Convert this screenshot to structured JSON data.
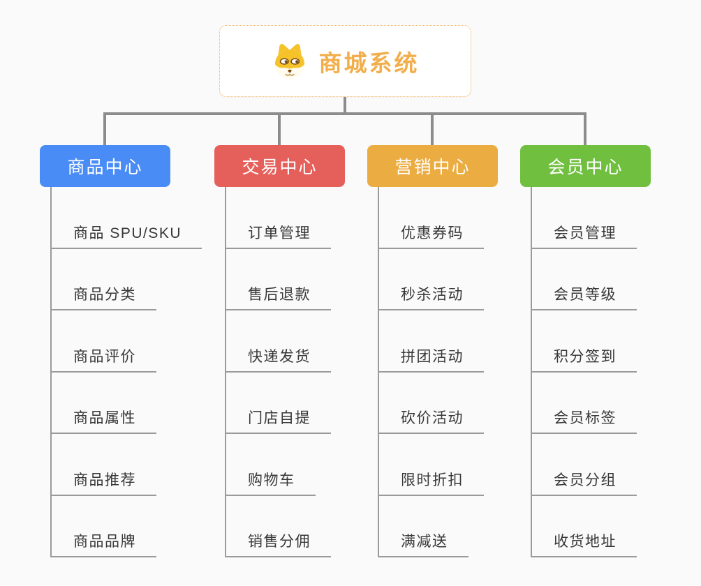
{
  "root": {
    "title": "商城系统",
    "icon": "dog-face-icon",
    "title_color": "#F2AE4B",
    "border_color": "#F2B161"
  },
  "connector_color": "#8C8C8C",
  "line_color": "#9A9A9A",
  "branches": [
    {
      "label": "商品中心",
      "color": "#4A8CF5",
      "items": [
        "商品 SPU/SKU",
        "商品分类",
        "商品评价",
        "商品属性",
        "商品推荐",
        "商品品牌"
      ]
    },
    {
      "label": "交易中心",
      "color": "#E5605B",
      "items": [
        "订单管理",
        "售后退款",
        "快递发货",
        "门店自提",
        "购物车",
        "销售分佣"
      ]
    },
    {
      "label": "营销中心",
      "color": "#EBAC41",
      "items": [
        "优惠券码",
        "秒杀活动",
        "拼团活动",
        "砍价活动",
        "限时折扣",
        "满减送"
      ]
    },
    {
      "label": "会员中心",
      "color": "#70BF3F",
      "items": [
        "会员管理",
        "会员等级",
        "积分签到",
        "会员标签",
        "会员分组",
        "收货地址"
      ]
    }
  ]
}
